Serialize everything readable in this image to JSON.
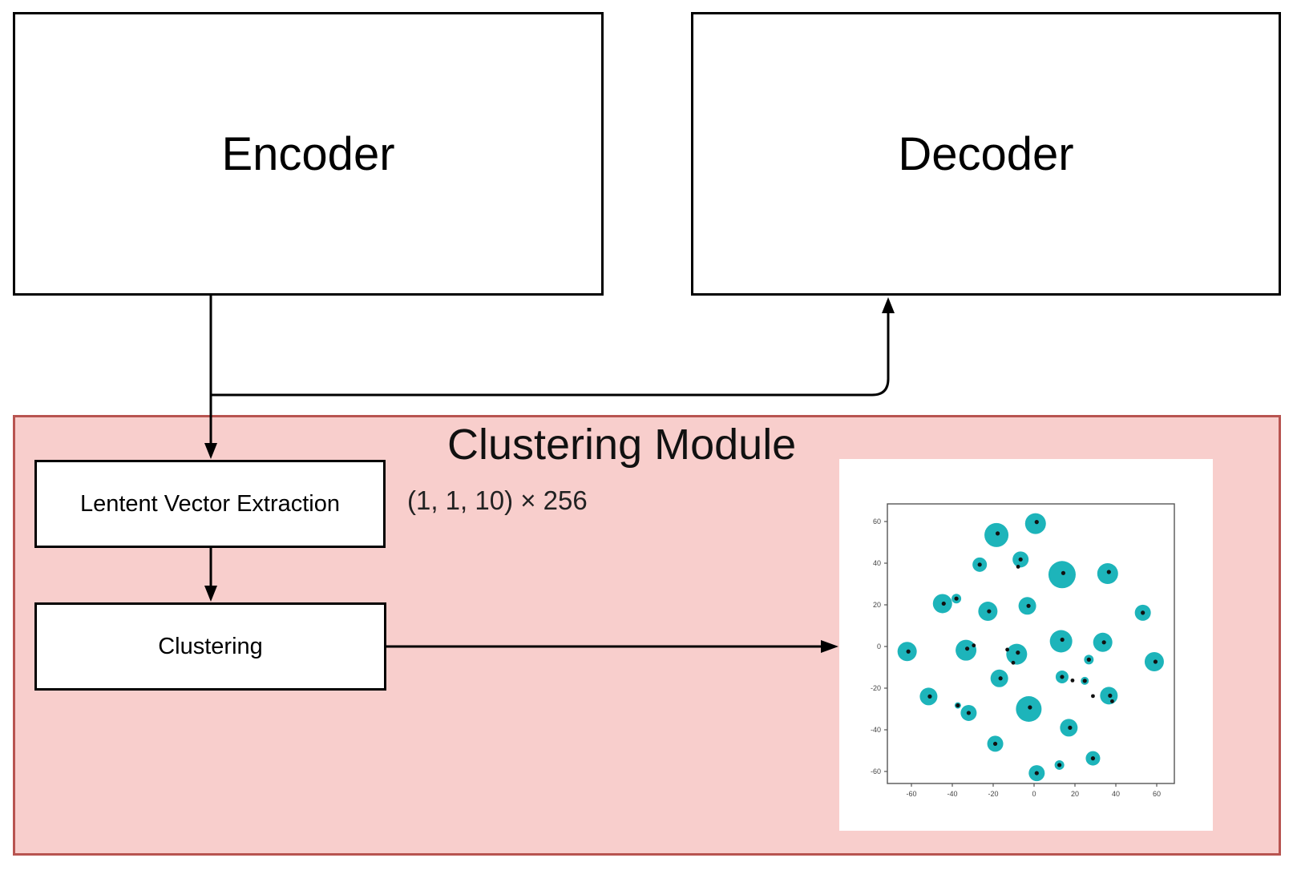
{
  "diagram": {
    "encoder_label": "Encoder",
    "decoder_label": "Decoder",
    "module_title": "Clustering Module",
    "latent_box_label": "Lentent Vector Extraction",
    "clustering_box_label": "Clustering",
    "dimension_label": "(1, 1, 10) × 256",
    "colors": {
      "module_fill": "#f8cecc",
      "module_border": "#b85450",
      "box_border": "#000000",
      "connector": "#000000",
      "cluster_fill": "#1db4ba",
      "point_color": "#111111",
      "axis_color": "#555555"
    }
  },
  "chart_data": {
    "type": "scatter",
    "title": "",
    "xlabel": "",
    "ylabel": "",
    "xlim": [
      -72,
      70
    ],
    "ylim": [
      -66,
      67
    ],
    "x_ticks": [
      -60,
      -40,
      -20,
      0,
      20,
      40,
      60
    ],
    "y_ticks": [
      60,
      40,
      20,
      0,
      -20,
      -40,
      -60
    ],
    "grid": false,
    "legend": "none",
    "clusters": [
      {
        "x": 0.7,
        "y": 59.0,
        "r": 13
      },
      {
        "x": -18.4,
        "y": 53.5,
        "r": 15
      },
      {
        "x": -6.6,
        "y": 41.8,
        "r": 10
      },
      {
        "x": -26.6,
        "y": 39.3,
        "r": 9
      },
      {
        "x": 13.7,
        "y": 34.5,
        "r": 17
      },
      {
        "x": 36.0,
        "y": 35.0,
        "r": 13
      },
      {
        "x": -44.8,
        "y": 20.6,
        "r": 12
      },
      {
        "x": -38.0,
        "y": 23.0,
        "r": 6
      },
      {
        "x": -22.6,
        "y": 16.9,
        "r": 12
      },
      {
        "x": -3.3,
        "y": 19.5,
        "r": 11
      },
      {
        "x": 53.2,
        "y": 16.2,
        "r": 10
      },
      {
        "x": 13.2,
        "y": 2.5,
        "r": 14
      },
      {
        "x": 33.6,
        "y": 2.0,
        "r": 12
      },
      {
        "x": -62.1,
        "y": -2.4,
        "r": 12
      },
      {
        "x": -33.3,
        "y": -1.8,
        "r": 13
      },
      {
        "x": -8.5,
        "y": -3.7,
        "r": 13
      },
      {
        "x": 26.8,
        "y": -6.3,
        "r": 6
      },
      {
        "x": 58.8,
        "y": -7.3,
        "r": 12
      },
      {
        "x": -17.0,
        "y": -15.3,
        "r": 11
      },
      {
        "x": 13.7,
        "y": -14.6,
        "r": 8
      },
      {
        "x": 24.8,
        "y": -16.5,
        "r": 5
      },
      {
        "x": -51.6,
        "y": -24.0,
        "r": 11
      },
      {
        "x": 36.6,
        "y": -23.6,
        "r": 11
      },
      {
        "x": -37.3,
        "y": -28.3,
        "r": 4
      },
      {
        "x": -32.0,
        "y": -31.9,
        "r": 10
      },
      {
        "x": -2.6,
        "y": -30.0,
        "r": 16
      },
      {
        "x": 17.0,
        "y": -39.0,
        "r": 11
      },
      {
        "x": -19.0,
        "y": -46.7,
        "r": 10
      },
      {
        "x": 28.8,
        "y": -53.7,
        "r": 9
      },
      {
        "x": 12.4,
        "y": -56.9,
        "r": 6
      },
      {
        "x": 1.3,
        "y": -60.8,
        "r": 10
      }
    ],
    "extra_points": [
      {
        "x": -7.8,
        "y": 38.3
      },
      {
        "x": -13.1,
        "y": -1.5
      },
      {
        "x": -10.2,
        "y": -7.8
      },
      {
        "x": 18.8,
        "y": -16.3
      },
      {
        "x": 28.8,
        "y": -23.8
      },
      {
        "x": 38.2,
        "y": -26.3
      },
      {
        "x": -29.5,
        "y": 0.5
      }
    ]
  }
}
